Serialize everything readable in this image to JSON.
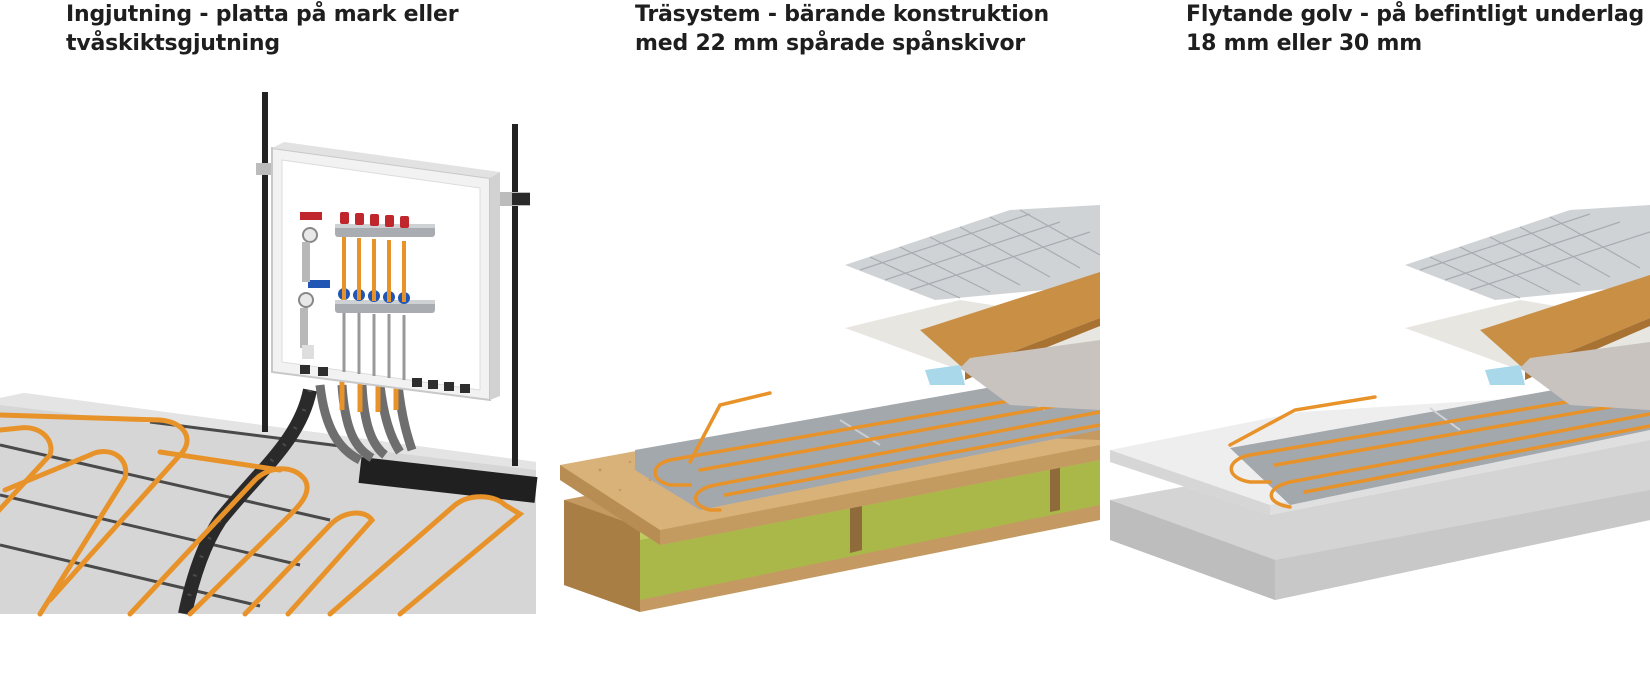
{
  "panels": [
    {
      "title_line1": "Ingjutning - platta på mark eller",
      "title_line2": "tvåskiktsgjutning"
    },
    {
      "title_line1": "Träsystem - bärande konstruktion",
      "title_line2": "med 22 mm spårade spånskivor"
    },
    {
      "title_line1": "Flytande golv - på befintligt underlag",
      "title_line2": "18 mm eller 30 mm"
    }
  ],
  "colors": {
    "pipe": "#e8922a",
    "slab": "#d4d4d4",
    "aluminium": "#9ea3a8",
    "chipboard": "#d9b27a",
    "insulation": "#aab84a",
    "oak": "#c98f45",
    "tile": "#d0d3d6",
    "eps": "#eeeeee",
    "manifold_red": "#c0272d",
    "manifold_blue": "#2156b4"
  }
}
